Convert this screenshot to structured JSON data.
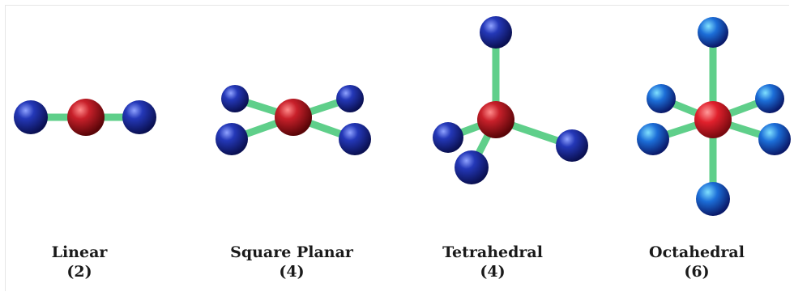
{
  "geometries": [
    {
      "id": "linear",
      "name": "Linear",
      "count": "(2)",
      "ligands": 2
    },
    {
      "id": "square-planar",
      "name": "Square Planar",
      "count": "(4)",
      "ligands": 4
    },
    {
      "id": "tetrahedral",
      "name": "Tetrahedral",
      "count": "(4)",
      "ligands": 4
    },
    {
      "id": "octahedral",
      "name": "Octahedral",
      "count": "(6)",
      "ligands": 6
    }
  ],
  "colors": {
    "central_atom": "#b0141e",
    "ligand_atom": "#1c2a9e",
    "bond": "#5fcf8a"
  }
}
